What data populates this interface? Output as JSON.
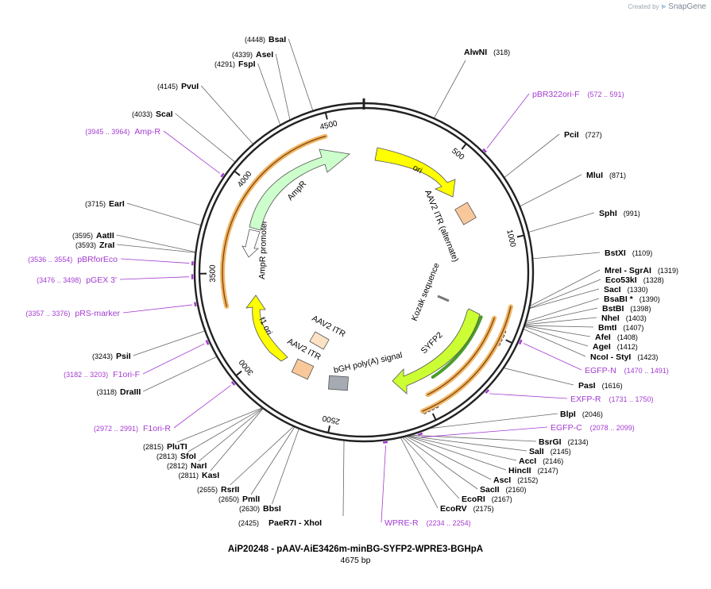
{
  "header": {
    "created_by": "Created by",
    "brand": "SnapGene"
  },
  "plasmid": {
    "name": "AiP20248 - pAAV-AiE3426m-minBG-SYFP2-WPRE3-BGHpA",
    "length_label": "4675 bp",
    "length": 4675
  },
  "ticks": [
    "500",
    "1000",
    "1500",
    "2000",
    "2500",
    "3000",
    "3500",
    "4000",
    "4500"
  ],
  "enzymes_right": [
    {
      "name": "AlwNI",
      "pos": "(318)",
      "site": 318
    },
    {
      "name": "PciI",
      "pos": "(727)",
      "site": 727
    },
    {
      "name": "MluI",
      "pos": "(871)",
      "site": 871
    },
    {
      "name": "SphI",
      "pos": "(991)",
      "site": 991
    },
    {
      "name": "BstXI",
      "pos": "(1109)",
      "site": 1109
    },
    {
      "name": "MreI - SgrAI",
      "pos": "(1319)",
      "site": 1319
    },
    {
      "name": "Eco53kI",
      "pos": "(1328)",
      "site": 1328
    },
    {
      "name": "SacI",
      "pos": "(1330)",
      "site": 1330
    },
    {
      "name": "BsaBI *",
      "pos": "(1390)",
      "site": 1390
    },
    {
      "name": "BstBI",
      "pos": "(1398)",
      "site": 1398
    },
    {
      "name": "NheI",
      "pos": "(1403)",
      "site": 1403
    },
    {
      "name": "BmtI",
      "pos": "(1407)",
      "site": 1407
    },
    {
      "name": "AfeI",
      "pos": "(1408)",
      "site": 1408
    },
    {
      "name": "AgeI",
      "pos": "(1412)",
      "site": 1412
    },
    {
      "name": "NcoI - StyI",
      "pos": "(1423)",
      "site": 1423
    },
    {
      "name": "PasI",
      "pos": "(1616)",
      "site": 1616
    },
    {
      "name": "BlpI",
      "pos": "(2046)",
      "site": 2046
    },
    {
      "name": "BsrGI",
      "pos": "(2134)",
      "site": 2134
    },
    {
      "name": "SalI",
      "pos": "(2145)",
      "site": 2145
    },
    {
      "name": "AccI",
      "pos": "(2146)",
      "site": 2146
    },
    {
      "name": "HincII",
      "pos": "(2147)",
      "site": 2147
    },
    {
      "name": "AscI",
      "pos": "(2152)",
      "site": 2152
    },
    {
      "name": "SacII",
      "pos": "(2160)",
      "site": 2160
    },
    {
      "name": "EcoRI",
      "pos": "(2167)",
      "site": 2167
    },
    {
      "name": "EcoRV",
      "pos": "(2175)",
      "site": 2175
    },
    {
      "name": "PaeR7I - XhoI",
      "pos": "(2425)",
      "site": 2425
    }
  ],
  "enzymes_left": [
    {
      "name": "BsaI",
      "pos": "(4448)",
      "site": 4448
    },
    {
      "name": "AseI",
      "pos": "(4339)",
      "site": 4339
    },
    {
      "name": "FspI",
      "pos": "(4291)",
      "site": 4291
    },
    {
      "name": "PvuI",
      "pos": "(4145)",
      "site": 4145
    },
    {
      "name": "ScaI",
      "pos": "(4033)",
      "site": 4033
    },
    {
      "name": "EarI",
      "pos": "(3715)",
      "site": 3715
    },
    {
      "name": "AatII",
      "pos": "(3595)",
      "site": 3595
    },
    {
      "name": "ZraI",
      "pos": "(3593)",
      "site": 3593
    },
    {
      "name": "PsiI",
      "pos": "(3243)",
      "site": 3243
    },
    {
      "name": "DraIII",
      "pos": "(3118)",
      "site": 3118
    },
    {
      "name": "PluTI",
      "pos": "(2815)",
      "site": 2815
    },
    {
      "name": "SfoI",
      "pos": "(2813)",
      "site": 2813
    },
    {
      "name": "NarI",
      "pos": "(2812)",
      "site": 2812
    },
    {
      "name": "KasI",
      "pos": "(2811)",
      "site": 2811
    },
    {
      "name": "RsrII",
      "pos": "(2655)",
      "site": 2655
    },
    {
      "name": "PmlI",
      "pos": "(2650)",
      "site": 2650
    },
    {
      "name": "BbsI",
      "pos": "(2630)",
      "site": 2630
    }
  ],
  "primers": [
    {
      "name": "pBR322ori-F",
      "pos": "(572 .. 591)",
      "start": 572,
      "end": 591
    },
    {
      "name": "EGFP-N",
      "pos": "(1470 .. 1491)",
      "start": 1470,
      "end": 1491
    },
    {
      "name": "EXFP-R",
      "pos": "(1731 .. 1750)",
      "start": 1731,
      "end": 1750
    },
    {
      "name": "EGFP-C",
      "pos": "(2078 .. 2099)",
      "start": 2078,
      "end": 2099
    },
    {
      "name": "WPRE-R",
      "pos": "(2234 .. 2254)",
      "start": 2234,
      "end": 2254
    },
    {
      "name": "F1ori-R",
      "pos": "(2972 .. 2991)",
      "start": 2972,
      "end": 2991
    },
    {
      "name": "F1ori-F",
      "pos": "(3182 .. 3203)",
      "start": 3182,
      "end": 3203
    },
    {
      "name": "pRS-marker",
      "pos": "(3357 .. 3376)",
      "start": 3357,
      "end": 3376
    },
    {
      "name": "pGEX 3'",
      "pos": "(3476 .. 3498)",
      "start": 3476,
      "end": 3498
    },
    {
      "name": "pBRforEco",
      "pos": "(3536 .. 3554)",
      "start": 3536,
      "end": 3554
    },
    {
      "name": "Amp-R",
      "pos": "(3945 .. 3964)",
      "start": 3945,
      "end": 3964
    }
  ],
  "features": [
    {
      "name": "ori",
      "color": "#ffff00"
    },
    {
      "name": "AAV2 ITR (alternate)",
      "color": "#f9c89a"
    },
    {
      "name": "Kozak sequence",
      "color": "#888888"
    },
    {
      "name": "SYFP2",
      "color": "#ccff33"
    },
    {
      "name": "bGH poly(A) signal",
      "color": "#a5aab3"
    },
    {
      "name": "AAV2 ITR",
      "color": "#f9c89a"
    },
    {
      "name": "AAV2 ITR",
      "color": "#fde1c4"
    },
    {
      "name": "f1 ori",
      "color": "#ffff00"
    },
    {
      "name": "AmpR promoter",
      "color": "#ffffff"
    },
    {
      "name": "AmpR",
      "color": "#ccffcc"
    }
  ],
  "colors": {
    "backbone": "#222222",
    "enzyme_line": "#666666",
    "primer": "#a33bd1",
    "orf_arrow": "#f0b868",
    "orf_dark": "#8a4a10",
    "syfp2_orf": "#4a9c2a"
  }
}
